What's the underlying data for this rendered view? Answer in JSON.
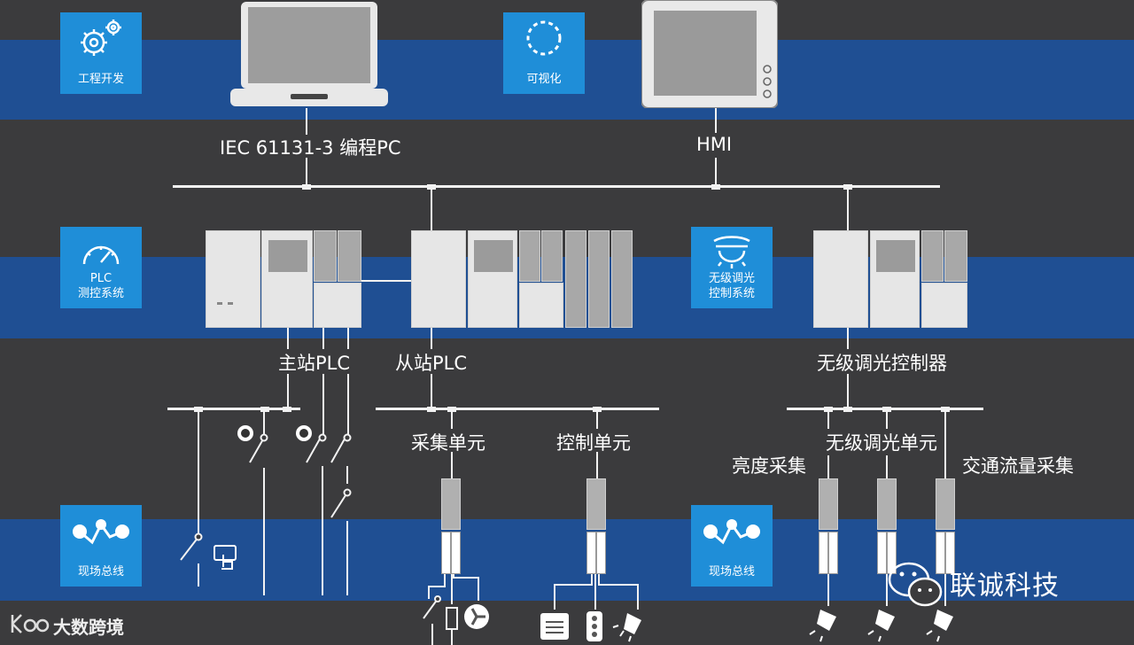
{
  "tiles": {
    "engineering": "工程开发",
    "visualization": "可视化",
    "plc_line1": "PLC",
    "plc_line2": "测控系统",
    "dim_line1": "无级调光",
    "dim_line2": "控制系统",
    "fieldbus_left": "现场总线",
    "fieldbus_right": "现场总线"
  },
  "labels": {
    "programming_pc": "IEC 61131-3 编程PC",
    "hmi": "HMI",
    "master_plc": "主站PLC",
    "slave_plc": "从站PLC",
    "dimming_controller": "无级调光控制器",
    "acquisition_unit": "采集单元",
    "control_unit": "控制单元",
    "brightness_acq": "亮度采集",
    "dimming_unit": "无级调光单元",
    "traffic_acq": "交通流量采集"
  },
  "watermark": {
    "brand": "联诚科技",
    "corner": "大数跨境"
  },
  "colors": {
    "background": "#3b3b3d",
    "band": "#1f4f93",
    "tile": "#1f8ed8",
    "line": "#f2f2f2"
  }
}
